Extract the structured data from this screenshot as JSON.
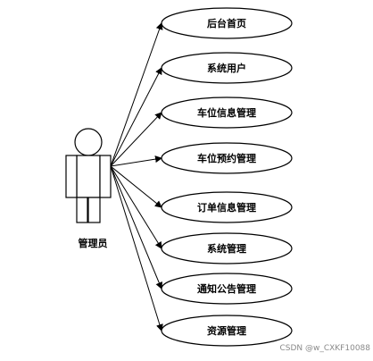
{
  "actor": {
    "label": "管理员"
  },
  "use_cases": [
    {
      "label": "后台首页"
    },
    {
      "label": "系统用户"
    },
    {
      "label": "车位信息管理"
    },
    {
      "label": "车位预约管理"
    },
    {
      "label": "订单信息管理"
    },
    {
      "label": "系统管理"
    },
    {
      "label": "通知公告管理"
    },
    {
      "label": "资源管理"
    }
  ],
  "watermark": "CSDN @w_CXKF10088",
  "colors": {
    "stroke": "#000000",
    "background": "#ffffff",
    "watermark": "#8a8a8a"
  }
}
